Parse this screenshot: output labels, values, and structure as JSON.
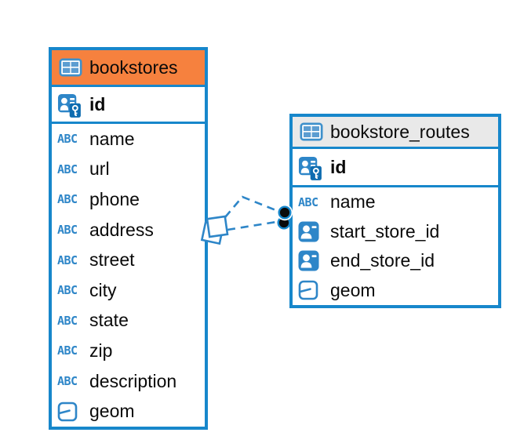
{
  "colors": {
    "accent": "#1787CB",
    "icon_blue": "#2E86C8",
    "selected_header": "#F6813E",
    "plain_header": "#E9E9E9",
    "canvas": "#FFFFFF",
    "text": "#0A0A0A",
    "marker_dot": "#0A0A0A"
  },
  "abc_icon_label": "ABC",
  "tables": [
    {
      "name": "bookstores",
      "header_color": "#F6813E",
      "columns": [
        {
          "name": "id",
          "type_icon": "primary-key-icon",
          "emphasis": "bold"
        },
        {
          "name": "name",
          "type_icon": "text-type-icon"
        },
        {
          "name": "url",
          "type_icon": "text-type-icon"
        },
        {
          "name": "phone",
          "type_icon": "text-type-icon"
        },
        {
          "name": "address",
          "type_icon": "text-type-icon"
        },
        {
          "name": "street",
          "type_icon": "text-type-icon"
        },
        {
          "name": "city",
          "type_icon": "text-type-icon"
        },
        {
          "name": "state",
          "type_icon": "text-type-icon"
        },
        {
          "name": "zip",
          "type_icon": "text-type-icon"
        },
        {
          "name": "description",
          "type_icon": "text-type-icon"
        },
        {
          "name": "geom",
          "type_icon": "geometry-type-icon"
        }
      ]
    },
    {
      "name": "bookstore_routes",
      "header_color": "#E9E9E9",
      "columns": [
        {
          "name": "id",
          "type_icon": "primary-key-icon",
          "emphasis": "bold"
        },
        {
          "name": "name",
          "type_icon": "text-type-icon"
        },
        {
          "name": "start_store_id",
          "type_icon": "reference-type-icon"
        },
        {
          "name": "end_store_id",
          "type_icon": "reference-type-icon"
        },
        {
          "name": "geom",
          "type_icon": "geometry-type-icon"
        }
      ]
    }
  ],
  "relationships": [
    {
      "from_table": "bookstores",
      "to_table": "bookstore_routes",
      "from_marker": "many-squares",
      "to_marker": "dot",
      "style": "dashed"
    },
    {
      "from_table": "bookstores",
      "to_table": "bookstore_routes",
      "from_marker": "many-squares",
      "to_marker": "dot",
      "style": "dashed"
    }
  ]
}
